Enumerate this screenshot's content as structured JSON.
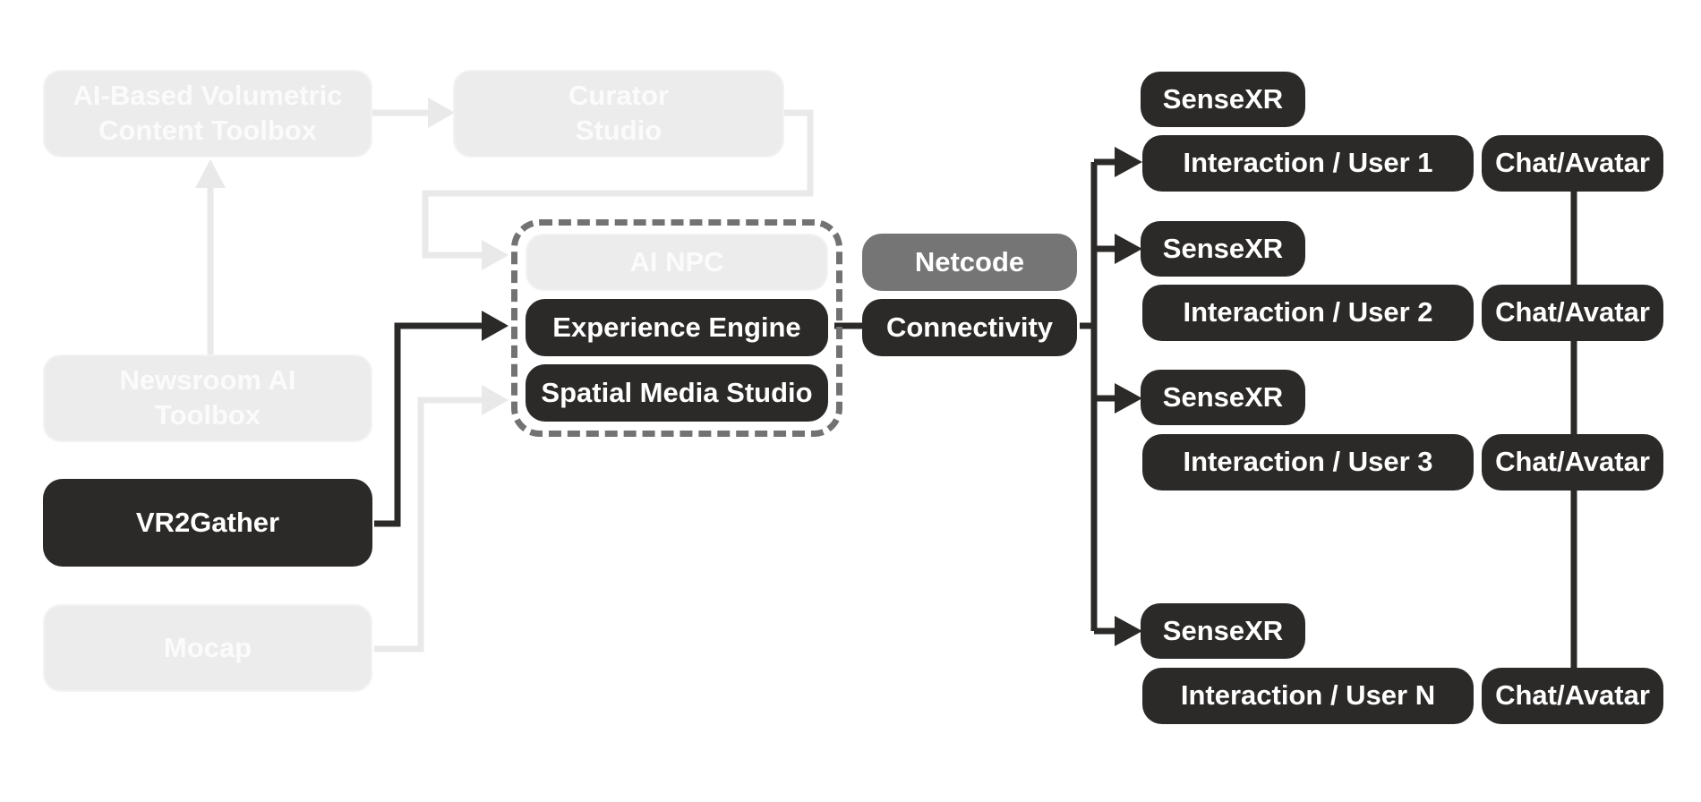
{
  "diagram": {
    "colors": {
      "active_node": "#2c2a28",
      "inactive_node": "#ebeceb",
      "network_node": "#757575",
      "active_wire": "#2c2a28",
      "inactive_wire": "#e8e9e8",
      "group_border": "#727272"
    },
    "left_column": {
      "volumetric_toolbox": "AI-Based Volumetric\nContent Toolbox",
      "newsroom_toolbox": "Newsroom AI\nToolbox",
      "vr2gather": "VR2Gather",
      "mocap": "Mocap"
    },
    "curator_studio": "Curator\nStudio",
    "core_group": {
      "ai_npc": "AI NPC",
      "experience_engine": "Experience Engine",
      "spatial_media_studio": "Spatial Media Studio"
    },
    "network": {
      "netcode": "Netcode",
      "connectivity": "Connectivity"
    },
    "users": [
      {
        "sense": "SenseXR",
        "interaction": "Interaction / User 1",
        "chat": "Chat/Avatar"
      },
      {
        "sense": "SenseXR",
        "interaction": "Interaction / User 2",
        "chat": "Chat/Avatar"
      },
      {
        "sense": "SenseXR",
        "interaction": "Interaction / User 3",
        "chat": "Chat/Avatar"
      },
      {
        "sense": "SenseXR",
        "interaction": "Interaction / User N",
        "chat": "Chat/Avatar"
      }
    ]
  }
}
